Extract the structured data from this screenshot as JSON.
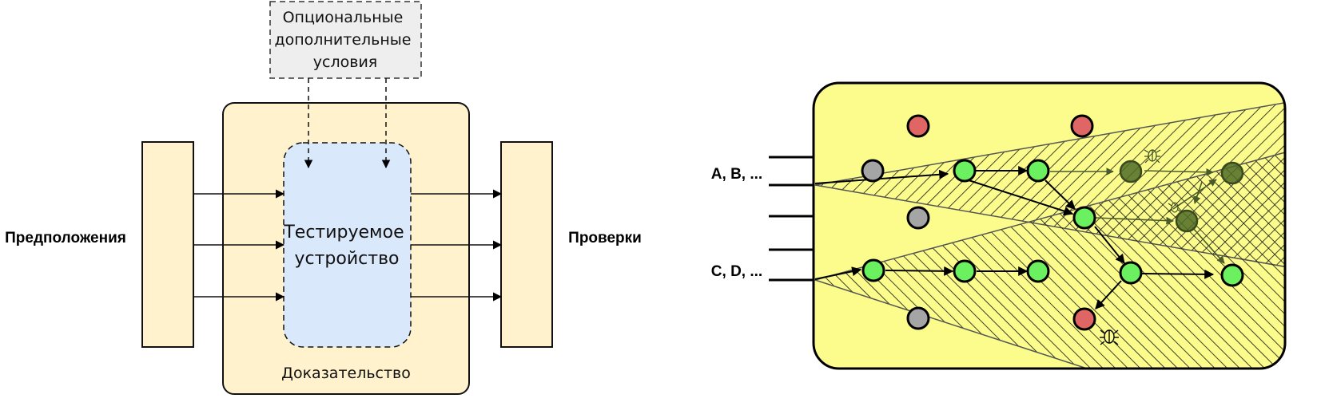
{
  "left": {
    "optional_box": [
      "Опциональные",
      "дополнительные",
      "условия"
    ],
    "dut": [
      "Тестируемое",
      "устройство"
    ],
    "proof_label": "Доказательство",
    "assumptions_label": "Предположения",
    "checks_label": "Проверки"
  },
  "right": {
    "input_top_label": "A, B, ...",
    "input_bottom_label": "C, D, ..."
  },
  "colors": {
    "proof_fill": "#fff2cc",
    "dut_fill": "#dae8fc",
    "optional_fill": "#eeeeee",
    "panel_fill": "#fbfc8c",
    "node_green": "#6bf060",
    "node_red": "#e06666",
    "node_gray": "#a5a5a5"
  }
}
